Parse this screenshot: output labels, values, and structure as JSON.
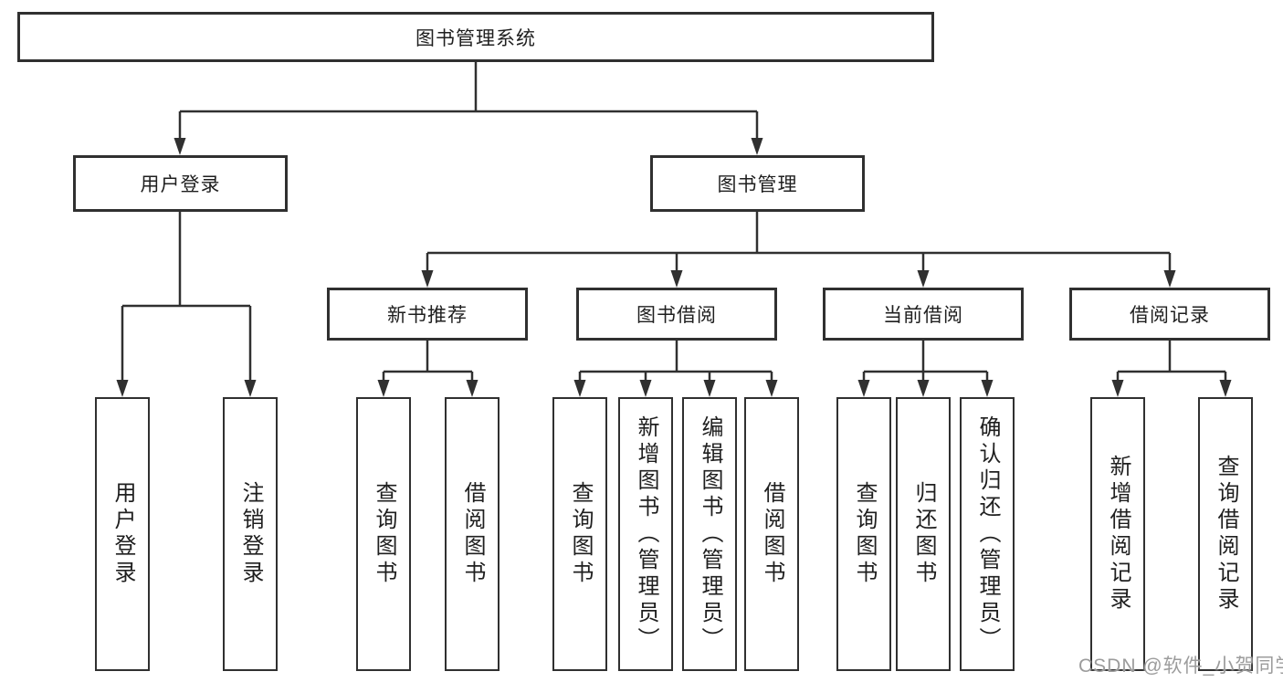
{
  "nodes": {
    "root": {
      "label": "图书管理系统"
    },
    "user_login": {
      "label": "用户登录"
    },
    "book_mgmt": {
      "label": "图书管理"
    },
    "new_book_rec": {
      "label": "新书推荐"
    },
    "book_borrow": {
      "label": "图书借阅"
    },
    "current_borrow": {
      "label": "当前借阅"
    },
    "borrow_records": {
      "label": "借阅记录"
    },
    "leaf_login": {
      "label": "用户登录"
    },
    "leaf_logout": {
      "label": "注销登录"
    },
    "leaf_rec_query": {
      "label": "查询图书"
    },
    "leaf_rec_borrow": {
      "label": "借阅图书"
    },
    "leaf_bb_query": {
      "label": "查询图书"
    },
    "leaf_bb_add": {
      "label": "新增图书（管理员）"
    },
    "leaf_bb_edit": {
      "label": "编辑图书（管理员）"
    },
    "leaf_bb_borrow": {
      "label": "借阅图书"
    },
    "leaf_cb_query": {
      "label": "查询图书"
    },
    "leaf_cb_return": {
      "label": "归还图书"
    },
    "leaf_cb_confirm": {
      "label": "确认归还（管理员）"
    },
    "leaf_br_add": {
      "label": "新增借阅记录"
    },
    "leaf_br_query": {
      "label": "查询借阅记录"
    }
  },
  "watermark": {
    "text": "CSDN @软件_小贺同学"
  },
  "colors": {
    "line": "#303030",
    "text": "#1f1f1f",
    "watermark": "#9c9c9c",
    "background": "#ffffff"
  }
}
